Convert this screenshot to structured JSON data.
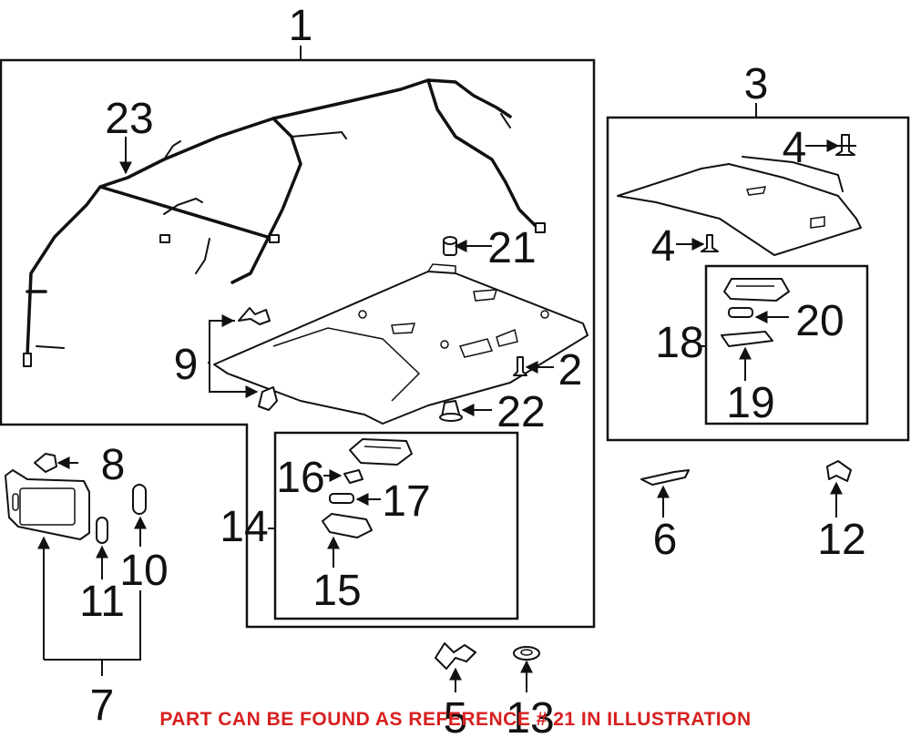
{
  "callouts": {
    "c1": "1",
    "c2": "2",
    "c3": "3",
    "c4a": "4",
    "c4b": "4",
    "c5": "5",
    "c6": "6",
    "c7": "7",
    "c8": "8",
    "c9": "9",
    "c10": "10",
    "c11": "11",
    "c12": "12",
    "c13": "13",
    "c14": "14",
    "c15": "15",
    "c16": "16",
    "c17": "17",
    "c18": "18",
    "c19": "19",
    "c20": "20",
    "c21": "21",
    "c22": "22",
    "c23": "23"
  },
  "notice": "PART CAN BE FOUND AS REFERENCE # 21 IN ILLUSTRATION",
  "colors": {
    "line": "#111111",
    "notice": "#d81f1f",
    "background": "#ffffff"
  }
}
